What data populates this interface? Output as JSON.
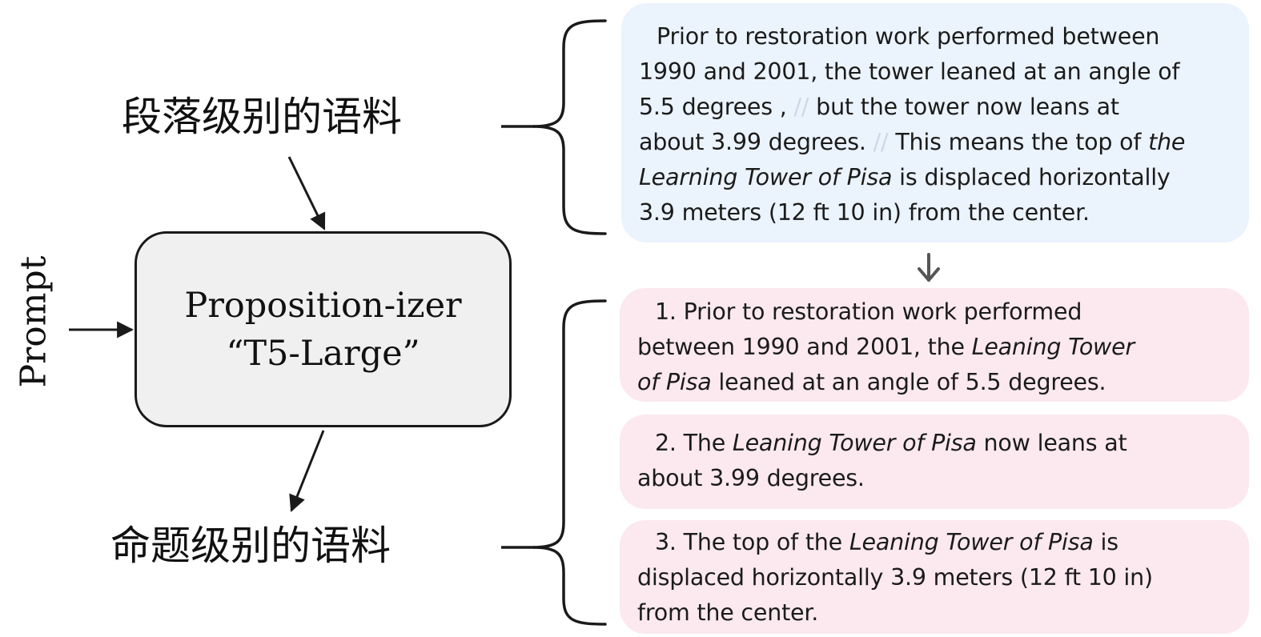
{
  "diagram": {
    "paragraph_corpus_label": "段落级别的语料",
    "proposition_corpus_label": "命题级别的语料",
    "prompt_label": "Prompt",
    "model": {
      "name": "Proposition-izer",
      "backbone": "“T5-Large”"
    },
    "source_passage": {
      "lines": [
        "Prior to restoration work performed between",
        "1990 and 2001, the tower leaned at an angle of",
        "5.5 degrees ,",
        "//",
        "but the tower now leans at",
        "about 3.99 degrees.",
        "//",
        "This means the top of",
        "the",
        "Learning Tower of Pisa",
        "is displaced horizontally",
        "3.9 meters (12 ft 10 in) from the center."
      ]
    },
    "propositions": [
      {
        "number": "1.",
        "parts": [
          "Prior to restoration work performed",
          "between 1990 and 2001, the",
          "Leaning Tower",
          "of Pisa",
          "leaned at an angle of 5.5 degrees."
        ]
      },
      {
        "number": "2.",
        "parts": [
          "The",
          "Leaning Tower of Pisa",
          "now leans at",
          "about 3.99 degrees."
        ]
      },
      {
        "number": "3.",
        "parts": [
          "The top of the",
          "Leaning Tower of Pisa",
          "is",
          "displaced horizontally 3.9 meters (12 ft 10 in)",
          "from the center."
        ]
      }
    ]
  },
  "colors": {
    "source_card_bg": "#ebf3fd",
    "proposition_card_bg": "#fbe9ef",
    "model_box_bg": "#f0f0f0",
    "stroke": "#1a1a1a",
    "down_arrow": "#555555",
    "separator": "#cfd6e6"
  }
}
